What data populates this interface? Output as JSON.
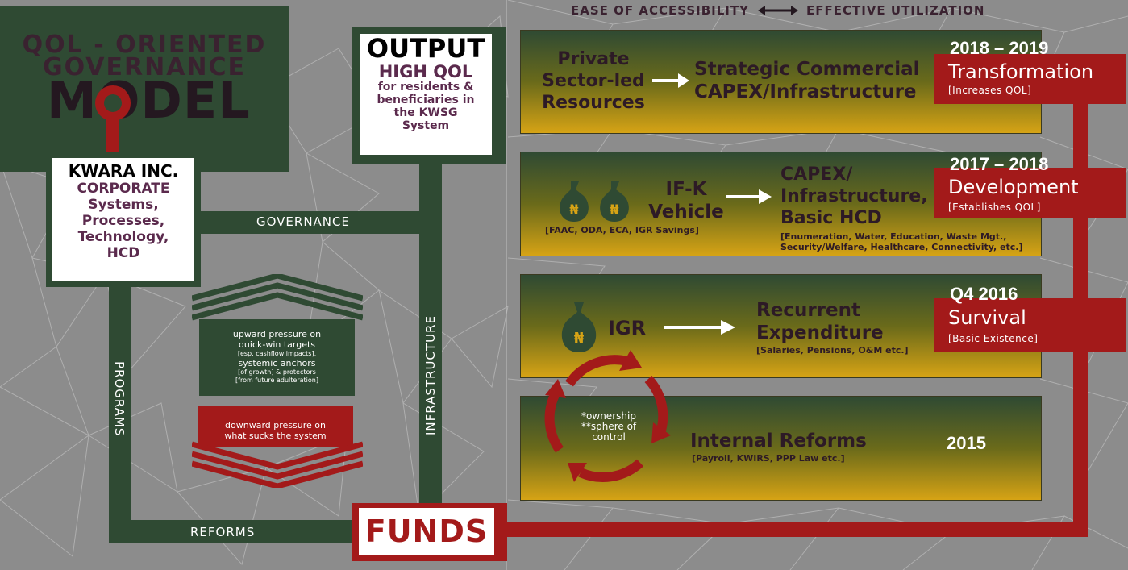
{
  "model": {
    "title_line1": "QOL - ORIENTED",
    "title_line2": "GOVERNANCE",
    "title_line3": "MODEL"
  },
  "kwara": {
    "title": "KWARA INC.",
    "lines": [
      "CORPORATE",
      "Systems,",
      "Processes,",
      "Technology,",
      "HCD"
    ]
  },
  "output": {
    "title": "OUTPUT",
    "qol": "HIGH QOL",
    "desc_lines": [
      "for residents &",
      "beneficiaries in",
      "the KWSG",
      "System"
    ]
  },
  "paths": {
    "governance": "GOVERNANCE",
    "infrastructure": "INFRASTRUCTURE",
    "programs": "PROGRAMS",
    "reforms": "REFORMS"
  },
  "funds": {
    "label": "FUNDS"
  },
  "pressure": {
    "up_lines": [
      "upward pressure on",
      "quick-win targets"
    ],
    "up_small_1": "[esp. cashflow impacts],",
    "up_line_3": "systemic anchors",
    "up_small_2": "[of growth] & protectors",
    "up_small_3": "[from future adulteration]",
    "down_lines": [
      "downward pressure on",
      "what sucks the system"
    ]
  },
  "header": {
    "left": "EASE OF ACCESSIBILITY",
    "right": "EFFECTIVE UTILIZATION"
  },
  "tiers": [
    {
      "source_lines": [
        "Private",
        "Sector-led",
        "Resources"
      ],
      "target_lines": [
        "Strategic Commercial",
        "CAPEX/Infrastructure"
      ],
      "year": "2018 – 2019",
      "stage": "Transformation",
      "stage_desc": "[Increases QOL]"
    },
    {
      "source_lines": [
        "IF-K",
        "Vehicle"
      ],
      "source_note": "[FAAC, ODA, ECA, IGR Savings]",
      "target_lines": [
        "CAPEX/",
        "Infrastructure,",
        "Basic HCD"
      ],
      "target_note_lines": [
        "[Enumeration, Water, Education, Waste Mgt.,",
        "Security/Welfare, Healthcare, Connectivity, etc.]"
      ],
      "year": "2017 – 2018",
      "stage": "Development",
      "stage_desc": "[Establishes QOL]"
    },
    {
      "source_lines": [
        "IGR"
      ],
      "target_lines": [
        "Recurrent",
        "Expenditure"
      ],
      "target_note": "[Salaries, Pensions, O&M etc.]",
      "year": "Q4 2016",
      "stage": "Survival",
      "stage_desc": "[Basic Existence]"
    },
    {
      "cycle_lines": [
        "*ownership",
        "**sphere of",
        "control"
      ],
      "target_lines": [
        "Internal Reforms"
      ],
      "target_note": "[Payroll, KWIRS, PPP Law etc.]",
      "year": "2015"
    }
  ],
  "icons": {
    "money_bag": "money-bag-icon",
    "naira_symbol": "₦",
    "arrow": "arrow-right-icon",
    "double_arrow": "double-arrow-icon",
    "cycle": "cycle-arrows-icon",
    "key": "keyhole-icon"
  },
  "colors": {
    "dark_green": "#2f4a33",
    "maroon_red": "#a31a1a",
    "plum": "#5b2a4d",
    "gold": "#d6a315"
  }
}
